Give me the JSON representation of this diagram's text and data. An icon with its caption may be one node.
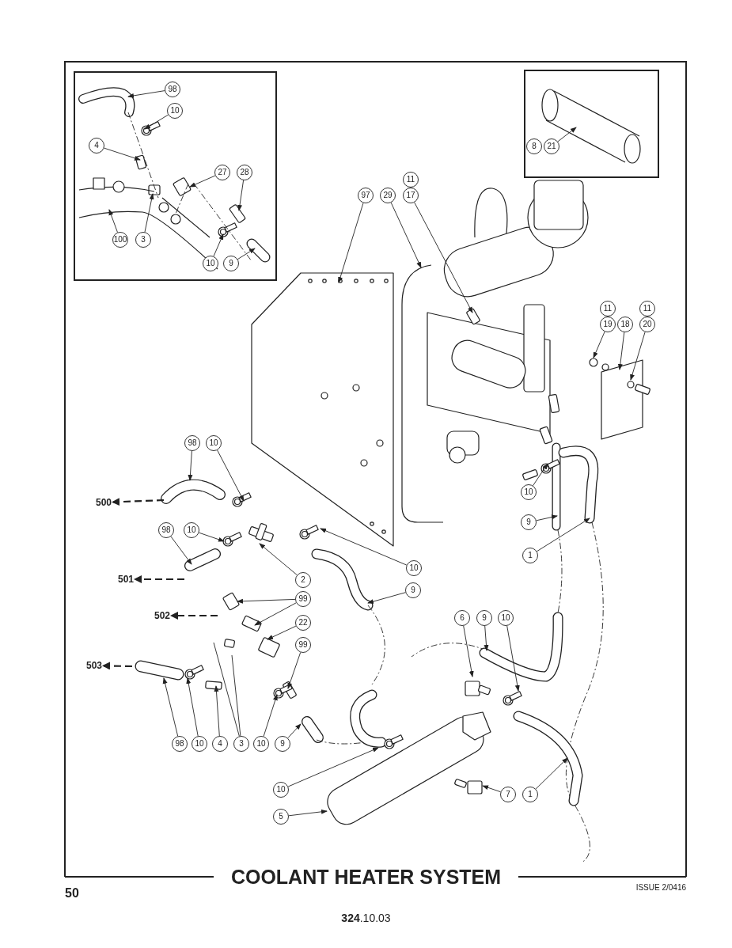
{
  "diagram": {
    "title": "COOLANT HEATER SYSTEM",
    "nodes": [
      {
        "text": [],
        "shape": "box"
      },
      {
        "text": [
          "98"
        ],
        "in": 0
      },
      {
        "text": [
          "10"
        ],
        "in": 0
      },
      {
        "text": [
          "4"
        ],
        "in": 0
      },
      {
        "text": [
          "27"
        ],
        "in": 0
      },
      {
        "text": [
          "28"
        ],
        "in": 0
      },
      {
        "text": [
          "100"
        ],
        "in": 0
      },
      {
        "text": [
          "3"
        ],
        "in": 0
      },
      {
        "text": [
          "10"
        ],
        "in": 0
      },
      {
        "text": [
          "9"
        ],
        "in": 0
      },
      {
        "text": [],
        "shape": "box"
      },
      {
        "text": [
          "8"
        ],
        "in": 10
      },
      {
        "text": [
          "21"
        ],
        "in": 10
      },
      {
        "text": [
          "11"
        ]
      },
      {
        "text": [
          "97"
        ]
      },
      {
        "text": [
          "29"
        ]
      },
      {
        "text": [
          "17"
        ]
      },
      {
        "text": [
          "11"
        ]
      },
      {
        "text": [
          "11"
        ]
      },
      {
        "text": [
          "19"
        ]
      },
      {
        "text": [
          "18"
        ]
      },
      {
        "text": [
          "20"
        ]
      },
      {
        "text": [
          "98"
        ]
      },
      {
        "text": [
          "10"
        ]
      },
      {
        "text": [
          "500"
        ]
      },
      {
        "text": [
          "10"
        ]
      },
      {
        "text": [
          "9"
        ]
      },
      {
        "text": [
          "98"
        ]
      },
      {
        "text": [
          "10"
        ]
      },
      {
        "text": [
          "1"
        ]
      },
      {
        "text": [
          "10"
        ]
      },
      {
        "text": [
          "501"
        ]
      },
      {
        "text": [
          "2"
        ]
      },
      {
        "text": [
          "9"
        ]
      },
      {
        "text": [
          "99"
        ]
      },
      {
        "text": [
          "502"
        ]
      },
      {
        "text": [
          "6"
        ]
      },
      {
        "text": [
          "9"
        ]
      },
      {
        "text": [
          "10"
        ]
      },
      {
        "text": [
          "22"
        ]
      },
      {
        "text": [
          "99"
        ]
      },
      {
        "text": [
          "503"
        ]
      },
      {
        "text": [
          "98"
        ]
      },
      {
        "text": [
          "10"
        ]
      },
      {
        "text": [
          "4"
        ]
      },
      {
        "text": [
          "3"
        ]
      },
      {
        "text": [
          "10"
        ]
      },
      {
        "text": [
          "9"
        ]
      },
      {
        "text": [
          "10"
        ]
      },
      {
        "text": [
          "7"
        ]
      },
      {
        "text": [
          "1"
        ]
      },
      {
        "text": [
          "5"
        ]
      }
    ],
    "edges": [
      {
        "from": 1,
        "to": null,
        "arrow": "to"
      },
      {
        "from": 2,
        "to": null,
        "arrow": "to"
      },
      {
        "from": 3,
        "to": null,
        "arrow": "to"
      },
      {
        "from": 4,
        "to": null,
        "arrow": "to"
      },
      {
        "from": 5,
        "to": null,
        "arrow": "to"
      },
      {
        "from": 6,
        "to": null,
        "arrow": "to"
      },
      {
        "from": 7,
        "to": null,
        "arrow": "to"
      },
      {
        "from": 8,
        "to": null,
        "arrow": "to"
      },
      {
        "from": 9,
        "to": null,
        "arrow": "to"
      },
      {
        "from": 12,
        "to": null,
        "arrow": "to"
      },
      {
        "from": 14,
        "to": null,
        "arrow": "to"
      },
      {
        "from": 15,
        "to": null,
        "arrow": "to"
      },
      {
        "from": 16,
        "to": null,
        "arrow": "to"
      },
      {
        "from": 19,
        "to": null,
        "arrow": "to"
      },
      {
        "from": 20,
        "to": null,
        "arrow": "to"
      },
      {
        "from": 21,
        "to": null,
        "arrow": "to"
      },
      {
        "from": 22,
        "to": null,
        "arrow": "to"
      },
      {
        "from": 23,
        "to": null,
        "arrow": "to"
      },
      {
        "from": null,
        "to": 24,
        "arrow": "to",
        "style": "dashed"
      },
      {
        "from": 25,
        "to": null,
        "arrow": "to"
      },
      {
        "from": 26,
        "to": null,
        "arrow": "to"
      },
      {
        "from": 27,
        "to": null,
        "arrow": "to"
      },
      {
        "from": 28,
        "to": null,
        "arrow": "to"
      },
      {
        "from": 29,
        "to": null,
        "arrow": "to"
      },
      {
        "from": 30,
        "to": null,
        "arrow": "to"
      },
      {
        "from": null,
        "to": 31,
        "arrow": "to",
        "style": "dashed"
      },
      {
        "from": 32,
        "to": null,
        "arrow": "to"
      },
      {
        "from": 33,
        "to": null,
        "arrow": "to"
      },
      {
        "from": 34,
        "to": null,
        "arrow": "to"
      },
      {
        "from": 34,
        "to": null,
        "arrow": "to"
      },
      {
        "from": null,
        "to": 35,
        "arrow": "to",
        "style": "dashed"
      },
      {
        "from": 36,
        "to": null,
        "arrow": "to"
      },
      {
        "from": 37,
        "to": null,
        "arrow": "to"
      },
      {
        "from": 38,
        "to": null,
        "arrow": "to"
      },
      {
        "from": 39,
        "to": null,
        "arrow": "to"
      },
      {
        "from": 40,
        "to": null,
        "arrow": "to"
      },
      {
        "from": null,
        "to": 41,
        "arrow": "to",
        "style": "dashed"
      },
      {
        "from": 42,
        "to": null,
        "arrow": "to"
      },
      {
        "from": 43,
        "to": null,
        "arrow": "to"
      },
      {
        "from": 44,
        "to": null,
        "arrow": "to"
      },
      {
        "from": 45,
        "to": null,
        "arrow": "none"
      },
      {
        "from": 45,
        "to": null,
        "arrow": "none"
      },
      {
        "from": 46,
        "to": null,
        "arrow": "to"
      },
      {
        "from": 47,
        "to": null,
        "arrow": "to"
      },
      {
        "from": 48,
        "to": null,
        "arrow": "to"
      },
      {
        "from": 49,
        "to": null,
        "arrow": "to"
      },
      {
        "from": 50,
        "to": null,
        "arrow": "to"
      },
      {
        "from": 51,
        "to": null,
        "arrow": "to"
      }
    ],
    "labels": [
      "50",
      "ISSUE 2/0416",
      "**324**.10.03"
    ]
  }
}
